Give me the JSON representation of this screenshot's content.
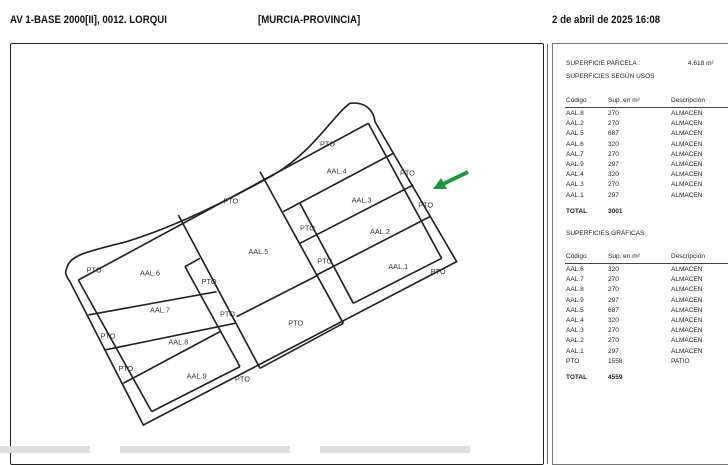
{
  "header": {
    "ref": "AV 1-BASE 2000[II], 0012. LORQUI",
    "province": "[MURCIA-PROVINCIA]",
    "datetime": "2 de abril de 2025   16:08"
  },
  "plan_labels": {
    "aal1": "AAL.1",
    "aal2": "AAL.2",
    "aal3": "AAL.3",
    "aal4": "AAL.4",
    "aal5": "AAL.5",
    "aal6": "AAL.6",
    "aal7": "AAL.7",
    "aal8": "AAL.8",
    "aal9": "AAL.9",
    "pto": "PTO"
  },
  "arrow_color": "#1a9a3a",
  "panel": {
    "parcel_label": "SUPERFICIE PARCELA :",
    "parcel_value": "4.618 m²",
    "uses_title": "SUPERFICIES SEGÚN USOS",
    "columns": [
      "Código",
      "Sup. en m²",
      "Descripción"
    ],
    "uses_rows": [
      [
        "AAL.8",
        "270",
        "ALMACEN"
      ],
      [
        "AAL.2",
        "270",
        "ALMACEN"
      ],
      [
        "AAL.5",
        "687",
        "ALMACEN"
      ],
      [
        "AAL.6",
        "320",
        "ALMACEN"
      ],
      [
        "AAL.7",
        "270",
        "ALMACEN"
      ],
      [
        "AAL.9",
        "297",
        "ALMACEN"
      ],
      [
        "AAL.4",
        "320",
        "ALMACEN"
      ],
      [
        "AAL.3",
        "270",
        "ALMACEN"
      ],
      [
        "AAL.1",
        "297",
        "ALMACEN"
      ]
    ],
    "uses_total_label": "TOTAL",
    "uses_total": "3001",
    "graphic_title": "SUPERFICIES GRÁFICAS",
    "graphic_rows": [
      [
        "AAL.6",
        "320",
        "ALMACEN"
      ],
      [
        "AAL.7",
        "270",
        "ALMACEN"
      ],
      [
        "AAL.8",
        "270",
        "ALMACEN"
      ],
      [
        "AAL.9",
        "297",
        "ALMACEN"
      ],
      [
        "AAL.5",
        "687",
        "ALMACEN"
      ],
      [
        "AAL.4",
        "320",
        "ALMACEN"
      ],
      [
        "AAL.3",
        "270",
        "ALMACEN"
      ],
      [
        "AAL.2",
        "270",
        "ALMACEN"
      ],
      [
        "AAL.1",
        "297",
        "ALMACEN"
      ],
      [
        "PTO",
        "1558",
        "PATIO"
      ]
    ],
    "graphic_total_label": "TOTAL",
    "graphic_total": "4559"
  }
}
